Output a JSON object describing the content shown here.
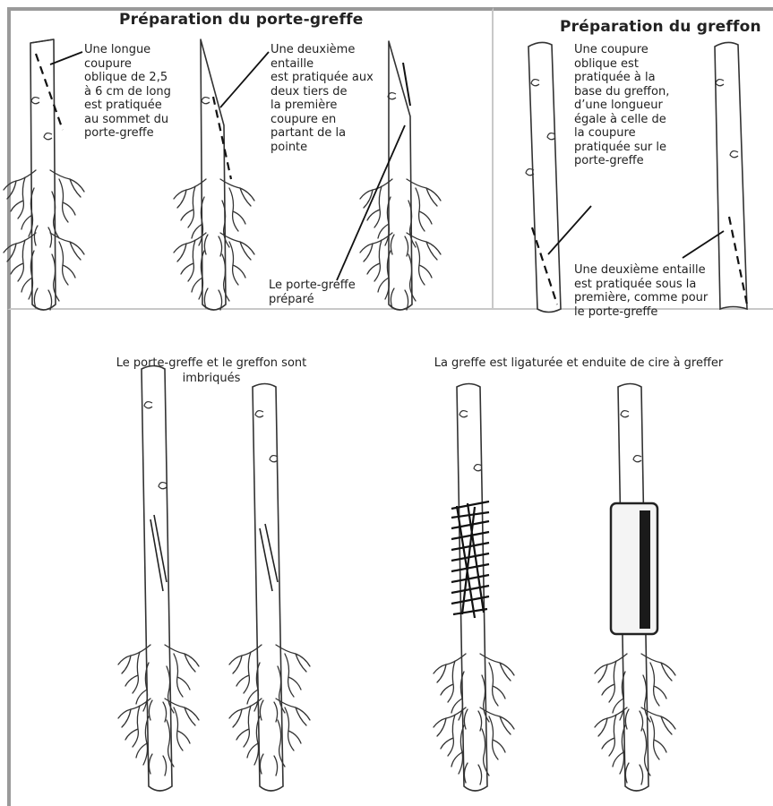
{
  "rootstock_section": {
    "title": "Préparation du porte-greffe",
    "note_first_cut": "Une longue\ncoupure\noblique de 2,5\nà 6 cm de long\nest pratiquée\nau sommet du\nporte-greffe",
    "note_second_cut": "Une deuxième\nentaille\nest pratiquée aux\ndeux tiers de\nla première\ncoupure en\npartant de la\npointe",
    "note_prepared": "Le porte-greffe\npréparé"
  },
  "scion_section": {
    "title": "Préparation du greffon",
    "note_first_cut": "Une coupure\noblique est\npratiquée à la\nbase du greffon,\nd’une longueur\négale à celle de\nla coupure\npratiquée sur le\nporte-greffe",
    "note_second_cut": "Une deuxième entaille\nest pratiquée sous la\npremière, comme pour\nle porte-greffe"
  },
  "assembly_section": {
    "caption_joined": "Le porte-greffe et le greffon sont imbriqués",
    "caption_tied": "La greffe est ligaturée et enduite de cire à greffer"
  },
  "colors": {
    "frame": "#9a9a9a",
    "ink": "#222222",
    "wax": "#1a1a1a"
  }
}
